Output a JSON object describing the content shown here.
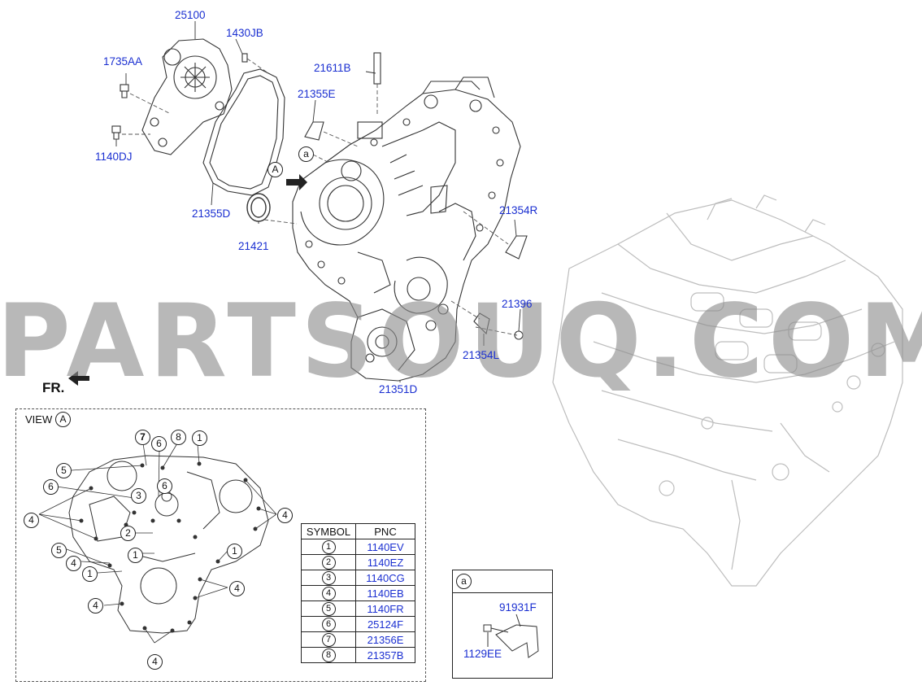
{
  "watermark": "PARTSOUQ.COM",
  "direction_label": "FR.",
  "callouts": {
    "c25100": "25100",
    "c1430JB": "1430JB",
    "c1735AA": "1735AA",
    "c1140DJ": "1140DJ",
    "c21355D": "21355D",
    "c21421": "21421",
    "c21611B": "21611B",
    "c21355E": "21355E",
    "c21354R": "21354R",
    "c21396": "21396",
    "c21354L": "21354L",
    "c21351D": "21351D",
    "marker_a": "a",
    "marker_A": "A"
  },
  "view": {
    "title": "VIEW",
    "marker": "A"
  },
  "pnc_table": {
    "headers": [
      "SYMBOL",
      "PNC"
    ],
    "rows": [
      {
        "symbol": "1",
        "pnc": "1140EV"
      },
      {
        "symbol": "2",
        "pnc": "1140EZ"
      },
      {
        "symbol": "3",
        "pnc": "1140CG"
      },
      {
        "symbol": "4",
        "pnc": "1140EB"
      },
      {
        "symbol": "5",
        "pnc": "1140FR"
      },
      {
        "symbol": "6",
        "pnc": "25124F"
      },
      {
        "symbol": "7",
        "pnc": "21356E"
      },
      {
        "symbol": "8",
        "pnc": "21357B"
      }
    ]
  },
  "detail_a": {
    "marker": "a",
    "part1": "91931F",
    "part2": "1129EE"
  },
  "view_numbers": [
    "7",
    "8",
    "6",
    "1",
    "5",
    "6",
    "3",
    "6",
    "4",
    "4",
    "2",
    "1",
    "5",
    "1",
    "4",
    "1",
    "4",
    "4",
    "4"
  ]
}
